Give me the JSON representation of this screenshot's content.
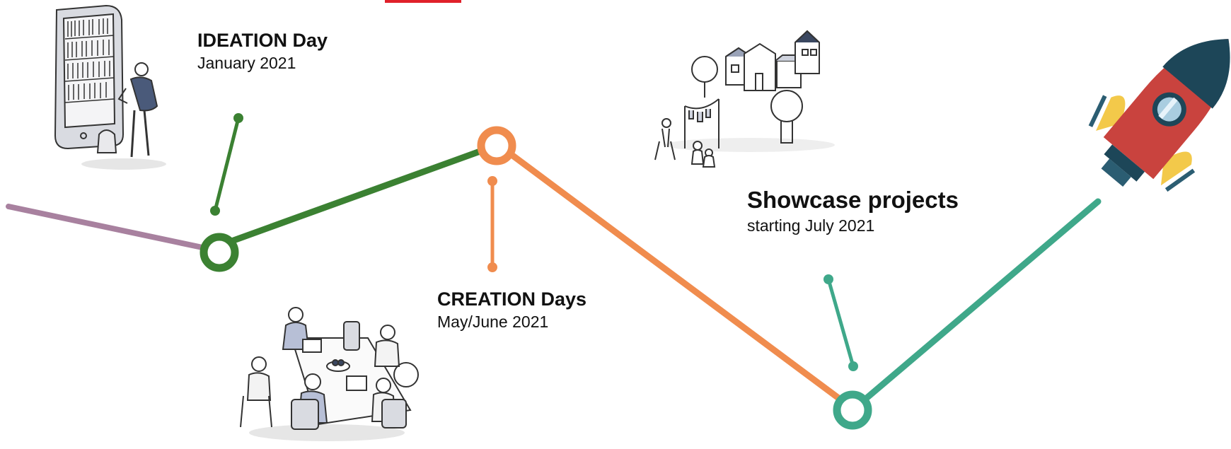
{
  "milestones": [
    {
      "title": "IDEATION Day",
      "date": "January 2021",
      "color": "#3b8132"
    },
    {
      "title": "CREATION Days",
      "date": "May/June 2021",
      "color": "#f08c4e"
    },
    {
      "title": "Showcase projects",
      "date": "starting July 2021",
      "color": "#3fa88a"
    }
  ],
  "colors": {
    "lead_in": "#a8819f",
    "ideation": "#3b8132",
    "creation": "#f08c4e",
    "showcase": "#3fa88a",
    "accent_red": "#e0202a",
    "rocket_body": "#c9433e",
    "rocket_fins": "#f3c94a",
    "rocket_dark": "#1d4658"
  },
  "icons": {
    "ideation": "tablet-bookshelf-illustration",
    "creation": "team-meeting-illustration",
    "showcase": "neighborhood-illustration",
    "finish": "rocket-icon"
  }
}
